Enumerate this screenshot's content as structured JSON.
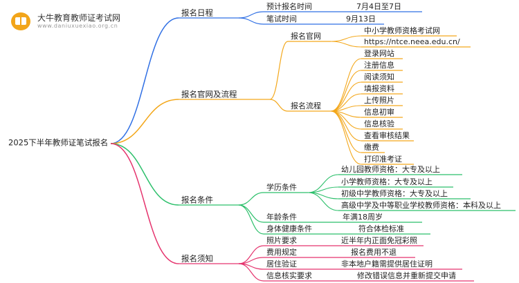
{
  "logo": {
    "title": "大牛教育教师证考试网",
    "url": "www.daniuxuexiao.org.cn"
  },
  "colors": {
    "blue": "#2f6fe4",
    "orange": "#f3a71a",
    "green": "#2bbf6a",
    "pink": "#e5336d"
  },
  "root": "2025下半年教师证笔试报名",
  "branches": [
    {
      "label": "报名日程",
      "color": "blue",
      "children": [
        {
          "label": "预计报名时间",
          "value": "7月4日至7日"
        },
        {
          "label": "笔试时间",
          "value": "9月13日"
        }
      ]
    },
    {
      "label": "报名官网及流程",
      "color": "orange",
      "children": [
        {
          "label": "报名官网",
          "leaves": [
            "中小学教师资格考试网",
            "https://ntce.neea.edu.cn/"
          ]
        },
        {
          "label": "报名流程",
          "leaves": [
            "登录网站",
            "注册信息",
            "阅读须知",
            "填报资料",
            "上传照片",
            "信息初审",
            "信息核验",
            "查看审核结果",
            "缴费",
            "打印准考证"
          ]
        }
      ]
    },
    {
      "label": "报名条件",
      "color": "green",
      "children": [
        {
          "label": "学历条件",
          "leaves": [
            "幼儿园教师资格：大专及以上",
            "小学教师资格：大专及以上",
            "初级中学教师资格：大专及以上",
            "高级中学及中等职业学校教师资格：本科及以上"
          ]
        },
        {
          "label": "年龄条件",
          "value": "年满18周岁"
        },
        {
          "label": "身体健康条件",
          "value": "符合体检标准"
        }
      ]
    },
    {
      "label": "报名须知",
      "color": "pink",
      "children": [
        {
          "label": "照片要求",
          "value": "近半年内正面免冠彩照"
        },
        {
          "label": "费用规定",
          "value": "报名费用不退"
        },
        {
          "label": "居住验证",
          "value": "非本地户籍需提供居住证明"
        },
        {
          "label": "信息核实要求",
          "value": "修改错误信息并重新提交申请"
        }
      ]
    }
  ]
}
